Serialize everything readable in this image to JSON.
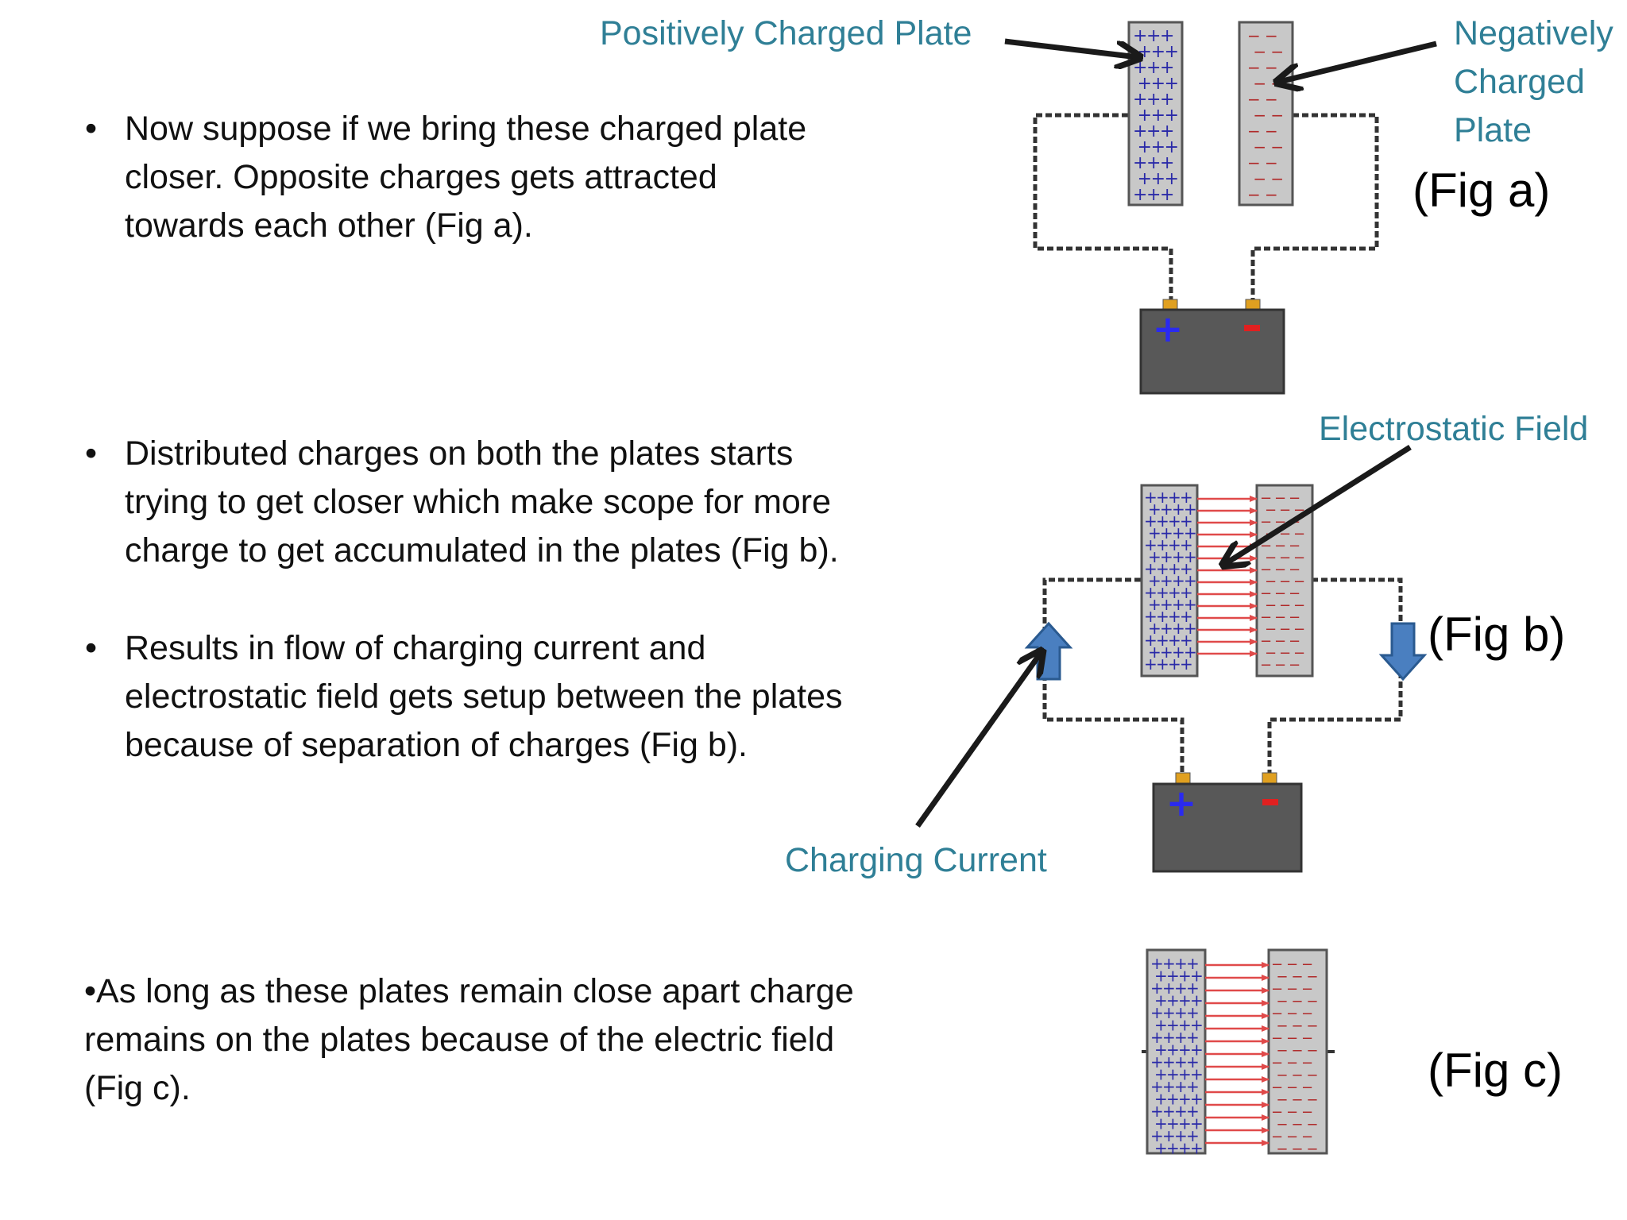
{
  "bullets": [
    {
      "marker": "•",
      "lines": [
        "Now suppose if we bring these charged plate",
        "closer. Opposite charges gets attracted",
        "towards each other (Fig a)."
      ]
    },
    {
      "marker": "•",
      "lines": [
        "Distributed charges on both the plates starts",
        "trying to get closer  which make scope for more",
        "charge to get accumulated in the plates (Fig b)."
      ]
    },
    {
      "marker": "•",
      "lines": [
        "Results in flow of charging current and",
        "electrostatic  field gets setup between the plates",
        "because of separation of charges (Fig b)."
      ]
    }
  ],
  "last_paragraph": [
    "•As long as these plates remain close apart charge",
    "remains on the plates because of the electric field",
    "(Fig c)."
  ],
  "labels": {
    "positive_plate": "Positively Charged Plate",
    "negative_plate": [
      "Negatively",
      "Charged",
      "Plate"
    ],
    "electrostatic_field": "Electrostatic Field",
    "charging_current": "Charging Current"
  },
  "figures": {
    "a": "(Fig a)",
    "b": "(Fig b)",
    "c": "(Fig c)"
  },
  "symbols": {
    "plus": "+",
    "minus": "−"
  },
  "colors": {
    "label": "#2f7f96",
    "plate": "#c8c8c8",
    "battery": "#585858",
    "positive": "#2a2aa8",
    "negative": "#b02a2a",
    "field_line": "#e04a4a",
    "current_arrow": "#4a7fc0"
  }
}
